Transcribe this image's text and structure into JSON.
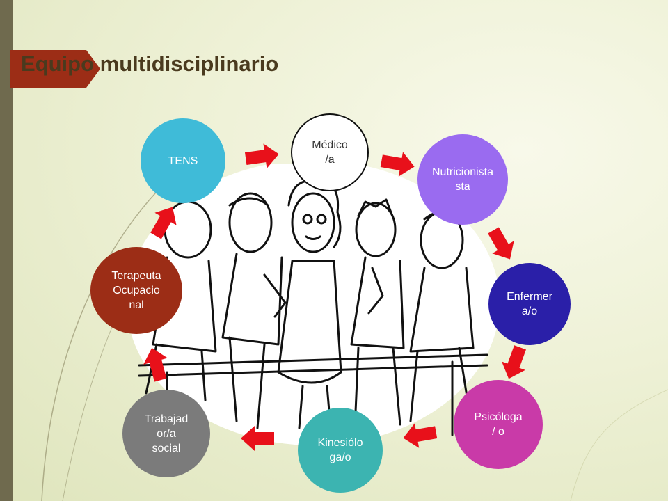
{
  "slide": {
    "title": "Equipo multidisciplinario",
    "nodes": [
      {
        "id": "tens",
        "text": "TENS",
        "fill": "#3fbbd8",
        "color": "#ffffff"
      },
      {
        "id": "medico",
        "text": "Médico\n/a",
        "fill": "#ffffff",
        "color": "#333333"
      },
      {
        "id": "nutricionista",
        "text": "Nutricionista\nsta",
        "fill": "#9a6bf0",
        "color": "#ffffff"
      },
      {
        "id": "enfermera",
        "text": "Enfermer\na/o",
        "fill": "#2a1fa8",
        "color": "#ffffff"
      },
      {
        "id": "psicologa",
        "text": "Psicóloga\n/ o",
        "fill": "#c93aa8",
        "color": "#ffffff"
      },
      {
        "id": "kinesiologa",
        "text": "Kinesiólo\nga/o",
        "fill": "#3cb4b1",
        "color": "#ffffff"
      },
      {
        "id": "trabajadora",
        "text": "Trabajad\nor/a\nsocial",
        "fill": "#7b7b7b",
        "color": "#ffffff"
      },
      {
        "id": "terapeuta",
        "text": "Terapeuta\nOcupacio\nnal",
        "fill": "#9c2d16",
        "color": "#ffffff"
      }
    ],
    "colors": {
      "arrow": "#e8101a",
      "tab": "#9c2d16",
      "sidebar": "#6f6a4e"
    }
  }
}
